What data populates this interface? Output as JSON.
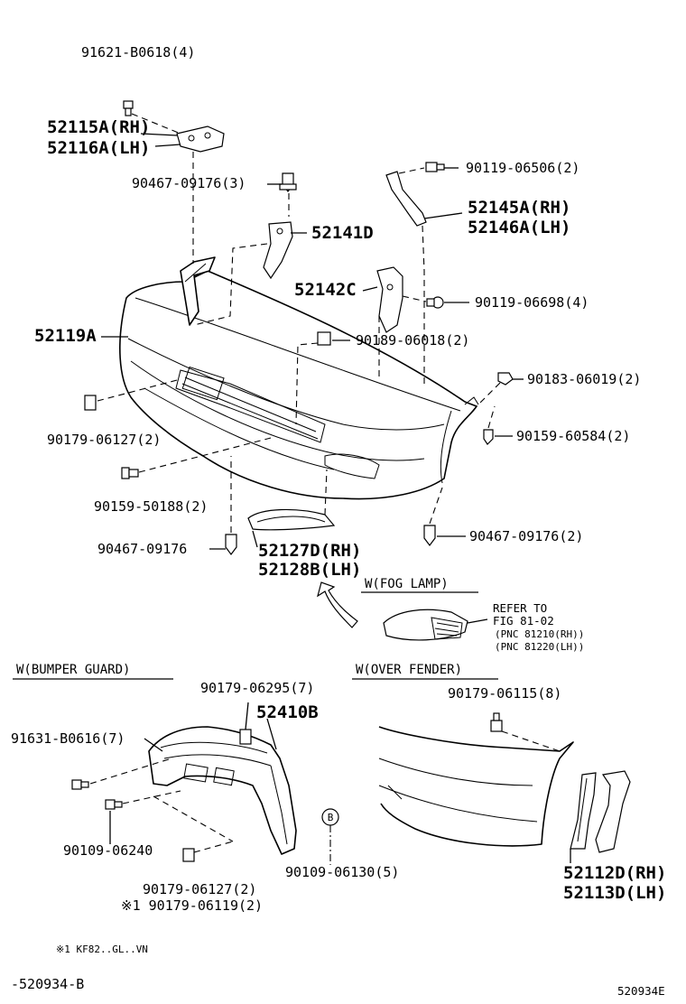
{
  "labels": {
    "p91621": "91621-B0618(4)",
    "p52115": "52115A(RH)",
    "p52116": "52116A(LH)",
    "p90467a": "90467-09176(3)",
    "p52141": "52141D",
    "p90119a": "90119-06506(2)",
    "p52145": "52145A(RH)",
    "p52146": "52146A(LH)",
    "p52142": "52142C",
    "p90119b": "90119-06698(4)",
    "p52119": "52119A",
    "p90189": "90189-06018(2)",
    "p90183": "90183-06019(2)",
    "p90179a": "90179-06127(2)",
    "p90159a": "90159-60584(2)",
    "p90159b": "90159-50188(2)",
    "p90467b": "90467-09176",
    "p52127": "52127D(RH)",
    "p52128": "52128B(LH)",
    "p90467c": "90467-09176(2)",
    "fog_title": "W(FOG LAMP)",
    "refer1": "REFER TO",
    "refer2": "FIG 81-02",
    "pnc1": "(PNC 81210(RH))",
    "pnc2": "(PNC 81220(LH))",
    "guard_title": "W(BUMPER GUARD)",
    "p90179b": "90179-06295(7)",
    "p52410": "52410B",
    "p91631": "91631-B0616(7)",
    "p90109a": "90109-06240",
    "p90109b": "90109-06130(5)",
    "circle_b": "B",
    "p90179c": "90179-06127(2)",
    "p90179d": "※1 90179-06119(2)",
    "fender_title": "W(OVER FENDER)",
    "p90179e": "90179-06115(8)",
    "p52112": "52112D(RH)",
    "p52113": "52113D(LH)",
    "footnote": "※1 KF82..GL..VN",
    "bottom_left": "-520934-B",
    "bottom_right": "520934E"
  }
}
